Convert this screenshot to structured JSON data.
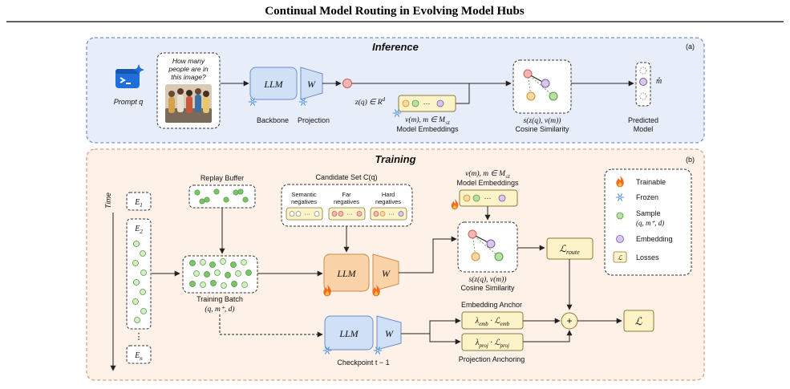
{
  "header": {
    "title": "Continual Model Routing in Evolving Model Hubs"
  },
  "inference": {
    "title": "Inference",
    "tag": "(a)",
    "prompt_label": "Prompt q",
    "question": [
      "How many",
      "people are in",
      "this image?"
    ],
    "llm": "LLM",
    "w": "W",
    "backbone": "Backbone",
    "projection": "Projection",
    "zq": "z(q) ∈ R",
    "zq_sup": "d",
    "emb_math": "v(m), m ∈ M",
    "emb_math_sub": "≤t",
    "emb_label": "Model Embeddings",
    "emb_dots": "···",
    "cos_math": "s(z(q), v(m))",
    "cos_label": "Cosine Similarity",
    "pred_label": [
      "Predicted",
      "Model"
    ],
    "mhat": "m̂"
  },
  "training": {
    "title": "Training",
    "tag": "(b)",
    "time": "Time",
    "E1": "E",
    "E1_sub": "1",
    "E2": "E",
    "E2_sub": "2",
    "En": "E",
    "En_sub": "n",
    "vdots": "⋮",
    "replay": "Replay Buffer",
    "candidate": "Candidate Set C(q)",
    "neg_semantic": [
      "Semantic",
      "negatives"
    ],
    "neg_far": [
      "Far",
      "negatives"
    ],
    "neg_hard": [
      "Hard",
      "negatives"
    ],
    "neg_dots": "···",
    "batch": "Training Batch",
    "batch_math": "(q, m⁺, d)",
    "llm": "LLM",
    "w": "W",
    "emb_math": "v(m), m ∈ M",
    "emb_math_sub": "≤t",
    "emb_label": "Model Embeddings",
    "emb_dots": "···",
    "cos_math": "s(z(q), v(m))",
    "cos_label": "Cosine Similarity",
    "route": "ℒ",
    "route_sub": "route",
    "emb_anchor": "Embedding Anchor",
    "lam_emb": "λ",
    "lam_emb_sub": "emb",
    "lam_emb_rest": " · ℒ",
    "lam_emb_sub2": "emb",
    "lam_proj": "λ",
    "lam_proj_sub": "proj",
    "lam_proj_rest": " · ℒ",
    "lam_proj_sub2": "proj",
    "proj_anchor": "Projection Anchoring",
    "checkpoint": "Checkpoint t − 1",
    "plus": "+",
    "total": "ℒ"
  },
  "legend": {
    "trainable": "Trainable",
    "frozen": "Frozen",
    "sample": "Sample",
    "sample_math": "(q, m⁺, d)",
    "embedding": "Embedding",
    "losses": "Losses",
    "losses_glyph": "ℒ"
  },
  "colors": {
    "inference_bg": "#e8edfa",
    "training_bg": "#fdf1e8",
    "llm_blue": "#cfe0f7",
    "llm_orange": "#fbd3a8",
    "sample_green": "#b8e0a3",
    "embed_purple": "#d7c7ea",
    "loss_yellow": "#fdf3c8",
    "node_pink": "#f4b6b2",
    "node_orange": "#fcd9a3"
  }
}
